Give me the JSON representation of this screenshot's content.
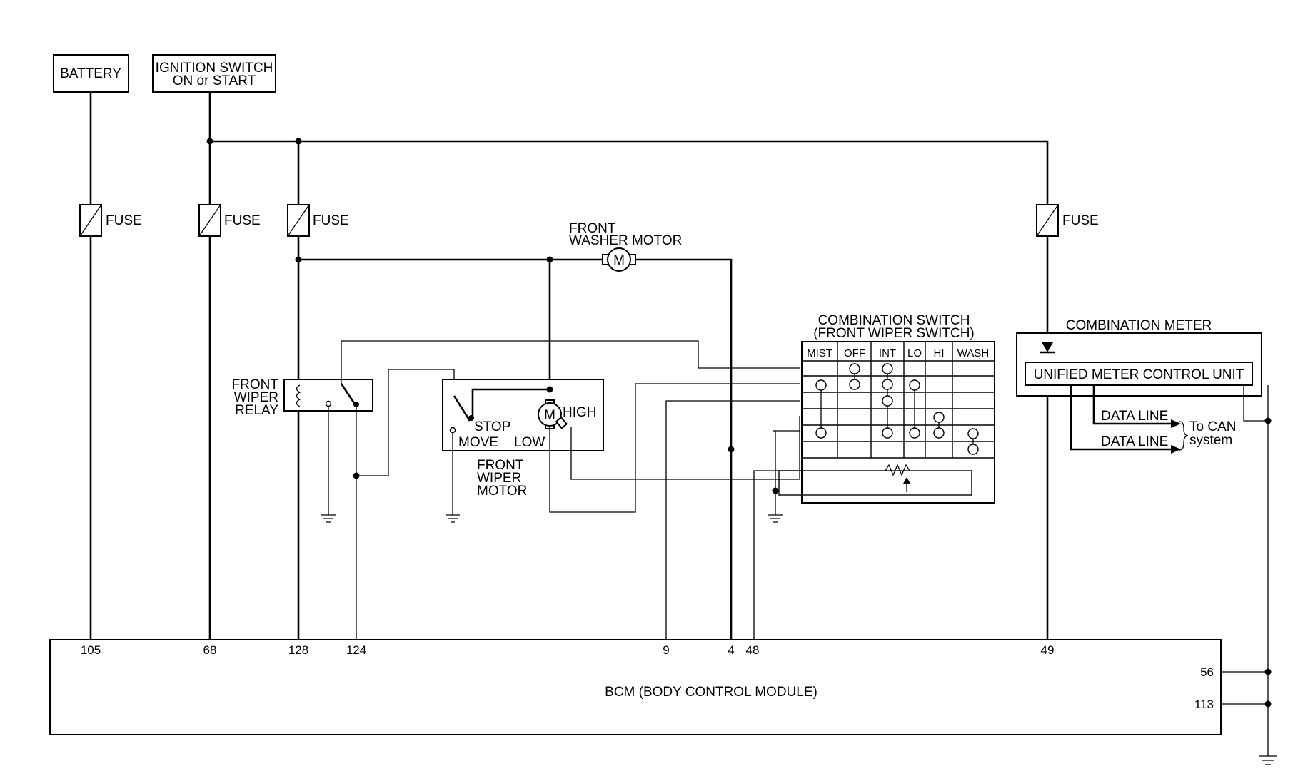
{
  "sources": {
    "battery": "BATTERY",
    "ignition_line1": "IGNITION SWITCH",
    "ignition_line2": "ON or START"
  },
  "fuses": [
    "FUSE",
    "FUSE",
    "FUSE",
    "FUSE"
  ],
  "washer_motor": {
    "line1": "FRONT",
    "line2": "WASHER MOTOR",
    "symbol": "M"
  },
  "wiper_relay": {
    "line1": "FRONT",
    "line2": "WIPER",
    "line3": "RELAY"
  },
  "wiper_motor": {
    "line1": "FRONT",
    "line2": "WIPER",
    "line3": "MOTOR",
    "stop": "STOP",
    "move": "MOVE",
    "low": "LOW",
    "high": "HIGH",
    "symbol": "M"
  },
  "combination_switch": {
    "line1": "COMBINATION SWITCH",
    "line2": "(FRONT WIPER SWITCH)",
    "columns": [
      "MIST",
      "OFF",
      "INT",
      "LO",
      "HI",
      "WASH"
    ]
  },
  "combination_meter": {
    "title": "COMBINATION METER",
    "unit": "UNIFIED METER CONTROL UNIT",
    "data_line_1": "DATA LINE",
    "data_line_2": "DATA LINE",
    "can_line1": "To CAN",
    "can_line2": "system"
  },
  "bcm": {
    "title": "BCM (BODY CONTROL MODULE)",
    "pins": [
      "105",
      "68",
      "128",
      "124",
      "9",
      "4",
      "48",
      "49",
      "56",
      "113"
    ]
  }
}
